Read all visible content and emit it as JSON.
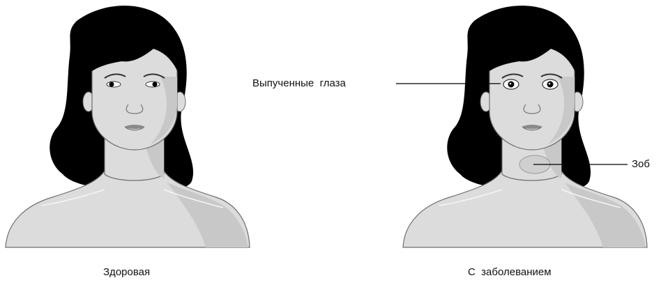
{
  "figures": [
    {
      "caption": "Здоровая"
    },
    {
      "caption": "С  заболеванием"
    }
  ],
  "annotations": {
    "eyes_label": "Выпученные  глаза",
    "goiter_label": "Зоб"
  },
  "colors": {
    "hair": "#000000",
    "skin": "#dcdcdc",
    "skin_shadow": "#c8c8c8",
    "outline": "#6e6e6e",
    "leader_line": "#000000",
    "goiter": "#cfcfcf"
  }
}
